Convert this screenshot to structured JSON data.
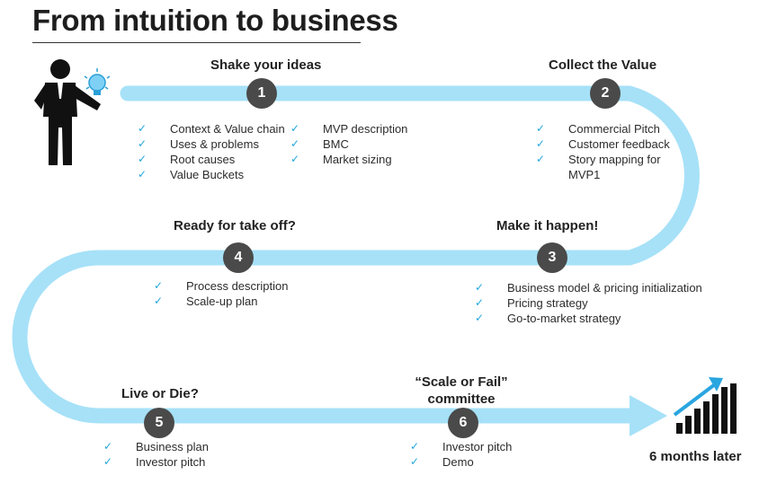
{
  "title": "From intuition to business",
  "colors": {
    "track": "#a6e1f8",
    "badge": "#4a4a4a",
    "check": "#22a6dd",
    "chart_arrow": "#29a5e0"
  },
  "icons": {
    "person": "businessman-icon",
    "bulb": "lightbulb-icon",
    "growth": "growth-chart-icon",
    "check": "checkmark-icon"
  },
  "check_glyph": "✓",
  "stages": [
    {
      "number": "1",
      "title": "Shake your ideas",
      "col1": [
        "Context & Value chain",
        "Uses & problems",
        "Root causes",
        "Value Buckets"
      ],
      "col2": [
        "MVP description",
        "BMC",
        "Market sizing"
      ]
    },
    {
      "number": "2",
      "title": "Collect the Value",
      "col1": [
        "Commercial Pitch",
        "Customer feedback",
        "Story mapping for MVP1"
      ]
    },
    {
      "number": "3",
      "title": "Make it happen!",
      "col1": [
        "Business model & pricing initialization",
        "Pricing strategy",
        "Go-to-market strategy"
      ]
    },
    {
      "number": "4",
      "title": "Ready for take off?",
      "col1": [
        "Process description",
        "Scale-up plan"
      ]
    },
    {
      "number": "5",
      "title": "Live or Die?",
      "col1": [
        "Business plan",
        "Investor pitch"
      ]
    },
    {
      "number": "6",
      "title": "“Scale or Fail” committee",
      "col1": [
        "Investor pitch",
        "Demo"
      ]
    }
  ],
  "end_label": "6 months later"
}
